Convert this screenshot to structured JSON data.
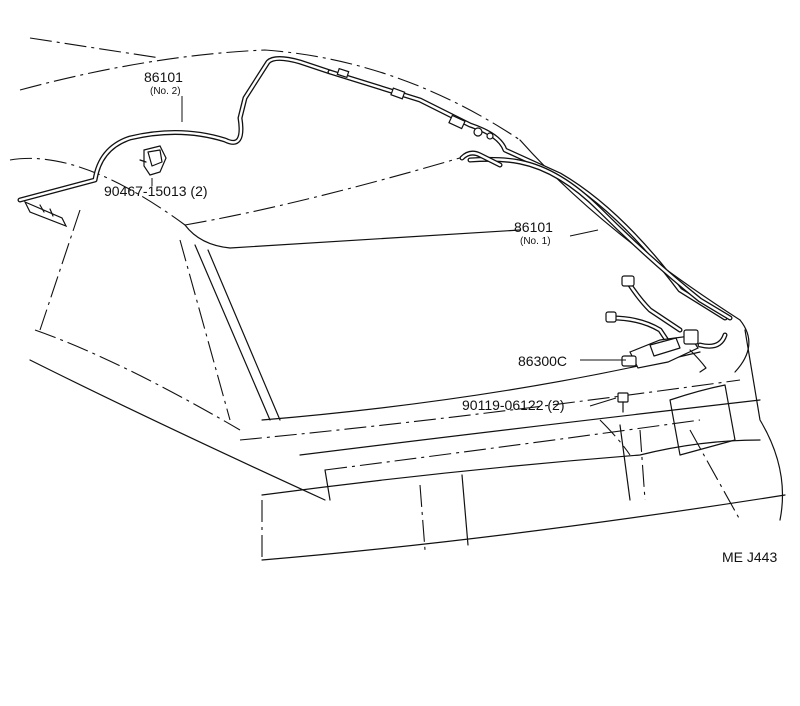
{
  "callouts": {
    "hose_no2": {
      "part": "86101",
      "sub": "(No. 2)"
    },
    "clip": {
      "part": "90467-15013 (2)"
    },
    "hose_no1": {
      "part": "86101",
      "sub": "(No. 1)"
    },
    "pump": {
      "part": "86300C"
    },
    "bolt": {
      "part": "90119-06122 (2)"
    }
  },
  "figure_code": "ME J443"
}
